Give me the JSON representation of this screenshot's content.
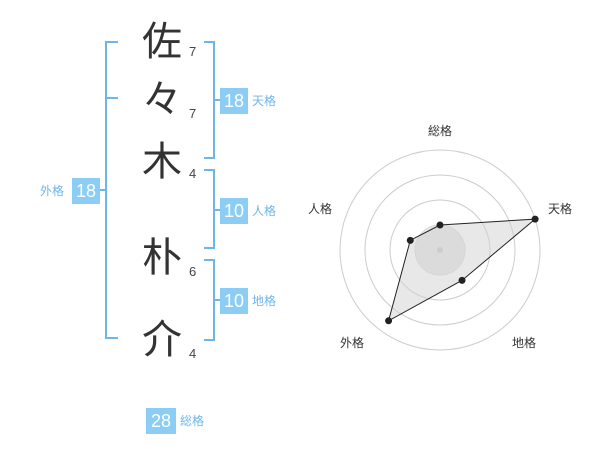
{
  "name": {
    "characters": [
      {
        "char": "佐",
        "strokes": "7"
      },
      {
        "char": "々",
        "strokes": "7"
      },
      {
        "char": "木",
        "strokes": "4"
      },
      {
        "char": "朴",
        "strokes": "6"
      },
      {
        "char": "介",
        "strokes": "4"
      }
    ]
  },
  "fortune": {
    "tenkaku": {
      "value": "18",
      "label": "天格"
    },
    "jinkaku": {
      "value": "10",
      "label": "人格"
    },
    "chikaku": {
      "value": "10",
      "label": "地格"
    },
    "gaikaku": {
      "value": "18",
      "label": "外格"
    },
    "soukaku": {
      "value": "28",
      "label": "総格"
    }
  },
  "colors": {
    "accent": "#8ccdf5",
    "bracket": "#6fb6e8",
    "text": "#333333"
  },
  "chart_data": {
    "type": "radar",
    "axes": [
      "総格",
      "天格",
      "地格",
      "外格",
      "人格"
    ],
    "rings": 4,
    "max": 4,
    "values": [
      1,
      4,
      1.5,
      3.5,
      1.25
    ]
  }
}
